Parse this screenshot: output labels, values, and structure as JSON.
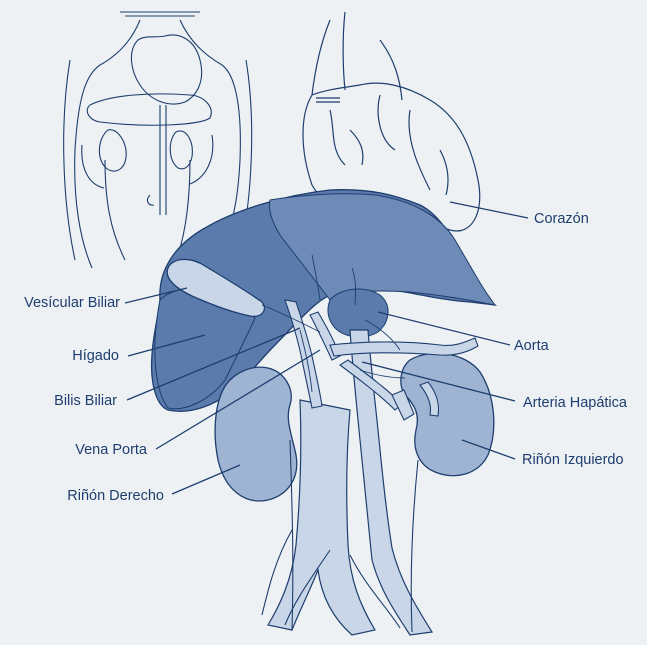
{
  "colors": {
    "background": "#eef1f4",
    "organ_dark": "#5a7bab",
    "organ_mid": "#6e8bb8",
    "organ_light": "#9fb4d3",
    "vessel": "#c9d6e8",
    "ink": "#1d3e6e"
  },
  "labels": {
    "corazon": "Corazón",
    "aorta": "Aorta",
    "arteria_hepatica": "Arteria Hapática",
    "rinon_izquierdo": "Riñón Izquierdo",
    "vesicular_biliar": "Vesícular Biliar",
    "higado": "Hígado",
    "bilis_biliar": "Bilis Biliar",
    "vena_porta": "Vena Porta",
    "rinon_derecho": "Riñón Derecho"
  }
}
